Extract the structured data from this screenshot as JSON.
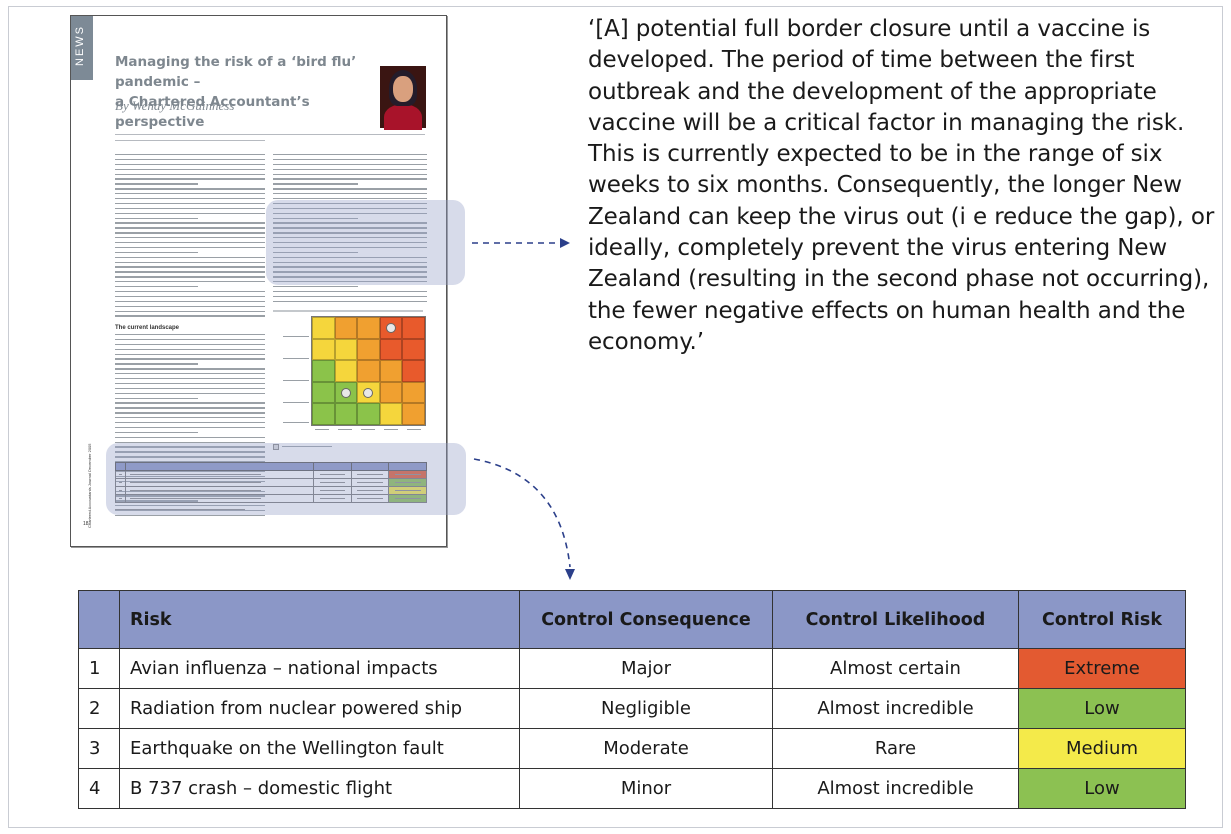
{
  "article": {
    "section_tab": "NEWS",
    "title_line1": "Managing the risk of a ‘bird flu’ pandemic –",
    "title_line2": "a Chartered Accountant’s perspective",
    "byline": "By Wendy McGuinness",
    "subheading": "The current landscape",
    "side_label": "Chartered Accountants Journal December 2005",
    "page_number": "18"
  },
  "matrix_colors": [
    [
      "#f5d63c",
      "#f0a030",
      "#f0a030",
      "#e85a2c",
      "#e85a2c"
    ],
    [
      "#f5d63c",
      "#f5d63c",
      "#f0a030",
      "#e85a2c",
      "#e85a2c"
    ],
    [
      "#8bc34a",
      "#f5d63c",
      "#f0a030",
      "#f0a030",
      "#e85a2c"
    ],
    [
      "#8bc34a",
      "#8bc34a",
      "#f5d63c",
      "#f0a030",
      "#f0a030"
    ],
    [
      "#8bc34a",
      "#8bc34a",
      "#8bc34a",
      "#f5d63c",
      "#f0a030"
    ]
  ],
  "quote": "‘[A] potential full border closure until a vaccine is developed. The period of time between the first outbreak and the development of the appropriate vaccine will be a critical factor in managing the risk. This is currently expected to be in the range of six weeks to six months. Consequently, the longer New Zealand can keep the virus out (i e reduce the gap), or ideally, completely prevent the virus entering New Zealand (resulting in the second phase not occurring), the fewer negative effects on human health and the economy.’",
  "table": {
    "headers": {
      "risk": "Risk",
      "consequence": "Control Consequence",
      "likelihood": "Control Likelihood",
      "control_risk": "Control Risk"
    },
    "rows": [
      {
        "num": "1",
        "risk": "Avian influenza – national impacts",
        "consequence": "Major",
        "likelihood": "Almost certain",
        "control_risk": "Extreme",
        "color": "#e35a31"
      },
      {
        "num": "2",
        "risk": "Radiation from nuclear powered ship",
        "consequence": "Negligible",
        "likelihood": "Almost incredible",
        "control_risk": "Low",
        "color": "#8cc152"
      },
      {
        "num": "3",
        "risk": "Earthquake on the Wellington fault",
        "consequence": "Moderate",
        "likelihood": "Rare",
        "control_risk": "Medium",
        "color": "#f4ea4a"
      },
      {
        "num": "4",
        "risk": "B 737 crash – domestic flight",
        "consequence": "Minor",
        "likelihood": "Almost incredible",
        "control_risk": "Low",
        "color": "#8cc152"
      }
    ]
  },
  "colors": {
    "header_bg": "#8b97c7",
    "highlight": "#96a0c8",
    "connector": "#2b3f8a"
  }
}
